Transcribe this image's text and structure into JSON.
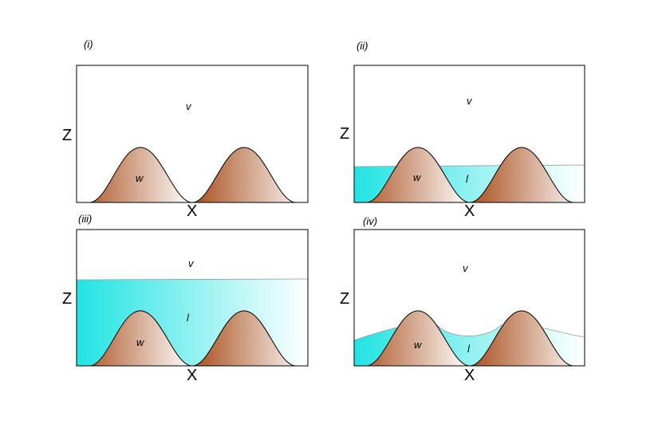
{
  "panels": [
    {
      "label": "(i)",
      "liquid": "none",
      "regions": {
        "vapor": "v",
        "liquid": "",
        "wall": "w"
      }
    },
    {
      "label": "(ii)",
      "liquid": "partial",
      "regions": {
        "vapor": "v",
        "liquid": "l",
        "wall": "w"
      }
    },
    {
      "label": "(iii)",
      "liquid": "full",
      "regions": {
        "vapor": "v",
        "liquid": "l",
        "wall": "w"
      }
    },
    {
      "label": "(iv)",
      "liquid": "meniscus",
      "regions": {
        "vapor": "v",
        "liquid": "l",
        "wall": "w"
      }
    }
  ],
  "axes": {
    "x_label": "X",
    "z_label": "Z"
  },
  "colors": {
    "wall_dark": "#b55a22",
    "wall_light": "#ffffff",
    "liquid_dark": "#22e3e3",
    "liquid_light": "#ffffff",
    "frame": "#000000"
  }
}
